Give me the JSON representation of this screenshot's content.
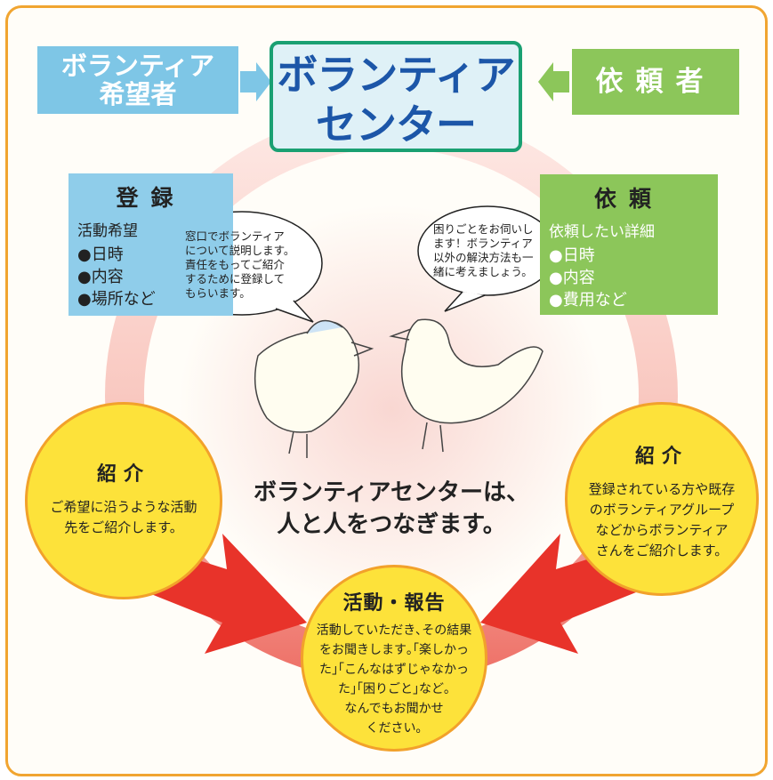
{
  "top": {
    "volunteer_wish": [
      "ボランティア",
      "希望者"
    ],
    "center_title": [
      "ボランティア",
      "センター"
    ],
    "requester": "依頼者"
  },
  "registration": {
    "title": "登録",
    "subtitle": "活動希望",
    "items": [
      "●日時",
      "●内容",
      "●場所など"
    ]
  },
  "request": {
    "title": "依頼",
    "subtitle": "依頼したい詳細",
    "items": [
      "●日時",
      "●内容",
      "●費用など"
    ]
  },
  "bubbles": {
    "left": [
      "窓口でボランティア",
      "について説明します。",
      "責任をもってご紹介",
      "するために登録して",
      "もらいます。"
    ],
    "right": [
      "困りごとをお伺いし",
      "ます！ボランティア",
      "以外の解決方法も一",
      "緒に考えましょう。"
    ]
  },
  "slogan": [
    "ボランティアセンターは、",
    "人と人をつなぎます。"
  ],
  "intro_left": {
    "title": "紹介",
    "lines": [
      "ご希望に沿うような活動",
      "先をご紹介します。"
    ]
  },
  "intro_right": {
    "title": "紹介",
    "lines": [
      "登録されている方や既存",
      "のボランティアグループ",
      "などからボランティア",
      "さんをご紹介します。"
    ]
  },
  "activity": {
    "title": "活動・報告",
    "lines": [
      "活動していただき､その結果",
      "をお聞きします｡｢楽しかっ",
      "た｣｢こんなはずじゃなかっ",
      "た｣｢困りごと｣など｡",
      "なんでもお聞かせ",
      "ください｡"
    ]
  },
  "colors": {
    "frame": "#f1a531",
    "blue": "#7ec6e6",
    "green": "#8cc65a",
    "center_border": "#1aa072",
    "center_text": "#1c56a8",
    "circle": "#fde23a",
    "arrow_red": "#e8332a"
  }
}
